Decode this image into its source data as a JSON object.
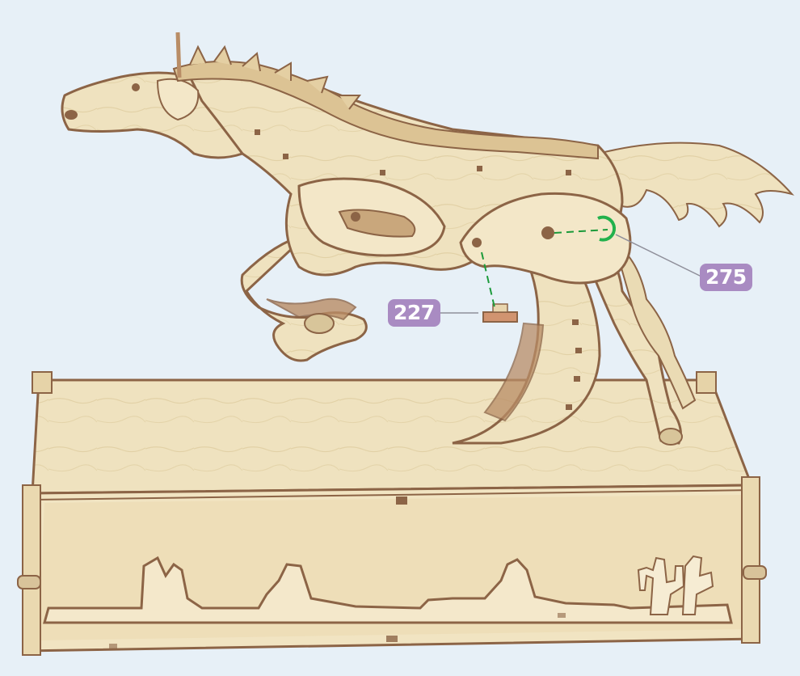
{
  "callouts": [
    {
      "label": "227",
      "part": "peg"
    },
    {
      "label": "275",
      "part": "axle-ring"
    }
  ],
  "colors": {
    "background": "#e7f0f7",
    "wood": "#efe2bf",
    "wood_shadow": "#d8c59a",
    "wood_edge": "#8c6446",
    "callout_badge": "#a98bc2",
    "leader_line": "#8f8f9a",
    "guide_dash": "#1b9a3a",
    "highlight_ring": "#22b14c"
  }
}
